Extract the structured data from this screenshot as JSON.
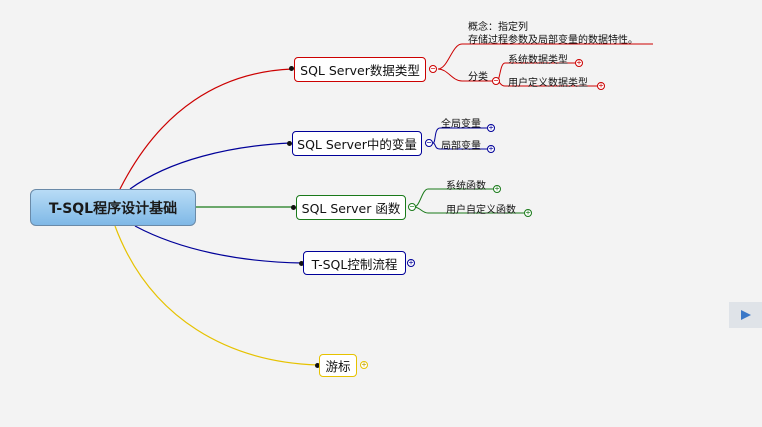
{
  "root": {
    "label": "T-SQL程序设计基础"
  },
  "branches": {
    "datatypes": {
      "label": "SQL Server数据类型",
      "color": "#cc0000",
      "concept": {
        "line1": "概念：指定列",
        "line2": "存储过程参数及局部变量的数据特性。"
      },
      "category": {
        "label": "分类",
        "items": [
          "系统数据类型",
          "用户定义数据类型"
        ]
      }
    },
    "variables": {
      "label": "SQL Server中的变量",
      "color": "#000099",
      "items": [
        "全局变量",
        "局部变量"
      ]
    },
    "functions": {
      "label": "SQL Server 函数",
      "color": "#1a7a1a",
      "items": [
        "系统函数",
        "用户自定义函数"
      ]
    },
    "control": {
      "label": "T-SQL控制流程",
      "color": "#000099"
    },
    "cursor": {
      "label": "游标",
      "color": "#e6c200"
    }
  },
  "icons": {
    "expand": "+",
    "collapse": "−",
    "nav": "play-arrow-icon"
  }
}
